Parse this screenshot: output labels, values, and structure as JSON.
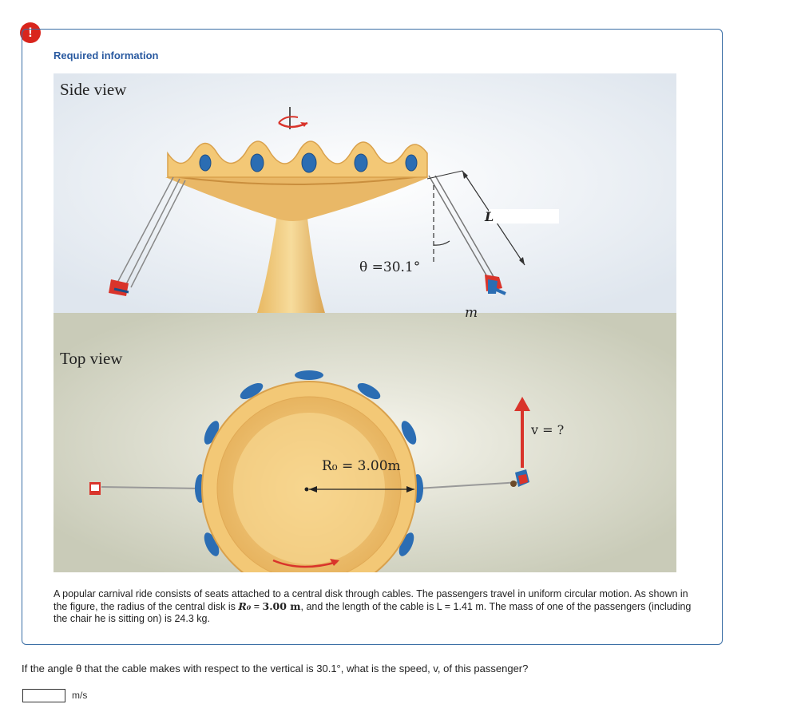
{
  "alert": {
    "glyph": "!"
  },
  "panel": {
    "title": "Required information",
    "figure": {
      "side_view_label": "Side view",
      "top_view_label": "Top view",
      "theta_label": "θ =30.1°",
      "length_label": "L",
      "mass_label": "m",
      "radius_label": "R₀ = 3.00m",
      "velocity_label": "v = ?",
      "colors": {
        "disk": "#f3c876",
        "disk_dark": "#d9a14c",
        "blue": "#2b6db3",
        "red": "#d9342b",
        "sky": "#eef3f8"
      }
    },
    "description": {
      "part1": "A popular carnival ride consists of seats attached to a central disk through cables. The passengers travel in uniform circular motion. As shown in the figure, the radius of the central disk is ",
      "r0_symbol": "R₀",
      "equals": " = ",
      "r0_value": "3.00 m",
      "part2": ", and the length of the cable is L = 1.41 m. The mass of one of the passengers (including the chair he is sitting on) is 24.3 kg."
    }
  },
  "question": {
    "text": "If the angle θ that the cable makes with respect to the vertical is 30.1°, what is the speed, v, of this passenger?",
    "answer_value": "",
    "unit": "m/s"
  }
}
